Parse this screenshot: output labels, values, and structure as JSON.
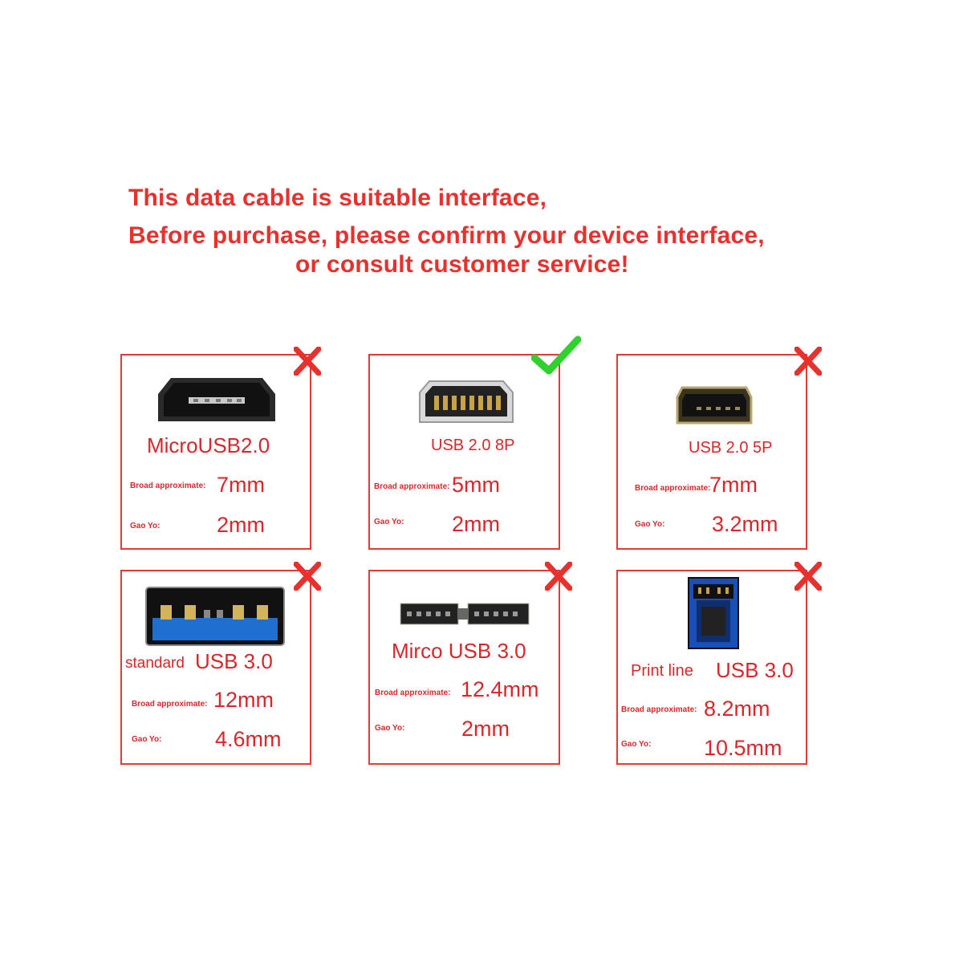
{
  "heading": {
    "line1": "This data cable is suitable interface,",
    "line2": "Before purchase, please confirm your device interface,",
    "line3": "or consult customer service!"
  },
  "colors": {
    "accent": "#e23a34",
    "check": "#2fd12c",
    "cross": "#e8302c"
  },
  "cards": [
    {
      "icon": "micro-usb-2-connector-icon",
      "status_icon": "cross-icon",
      "prefix": "",
      "name": "MicroUSB2.0",
      "width_label": "Broad approximate:",
      "width_value": "7mm",
      "height_label": "Gao Yo:",
      "height_value": "2mm"
    },
    {
      "icon": "usb-2-8p-connector-icon",
      "status_icon": "check-icon",
      "prefix": "",
      "name": "USB 2.0 8P",
      "width_label": "Broad approximate:",
      "width_value": "5mm",
      "height_label": "Gao Yo:",
      "height_value": "2mm"
    },
    {
      "icon": "usb-2-5p-connector-icon",
      "status_icon": "cross-icon",
      "prefix": "",
      "name": "USB 2.0 5P",
      "width_label": "Broad approximate:",
      "width_value": "7mm",
      "height_label": "Gao Yo:",
      "height_value": "3.2mm"
    },
    {
      "icon": "standard-usb-3-connector-icon",
      "status_icon": "cross-icon",
      "prefix": "standard",
      "name": "USB 3.0",
      "width_label": "Broad approximate:",
      "width_value": "12mm",
      "height_label": "Gao Yo:",
      "height_value": "4.6mm"
    },
    {
      "icon": "micro-usb-3-connector-icon",
      "status_icon": "cross-icon",
      "prefix": "",
      "name": "Mirco USB 3.0",
      "width_label": "Broad approximate:",
      "width_value": "12.4mm",
      "height_label": "Gao Yo:",
      "height_value": "2mm"
    },
    {
      "icon": "usb-3-type-b-connector-icon",
      "status_icon": "cross-icon",
      "prefix": "Print line",
      "name": "USB 3.0",
      "width_label": "Broad approximate:",
      "width_value": "8.2mm",
      "height_label": "Gao Yo:",
      "height_value": "10.5mm"
    }
  ]
}
